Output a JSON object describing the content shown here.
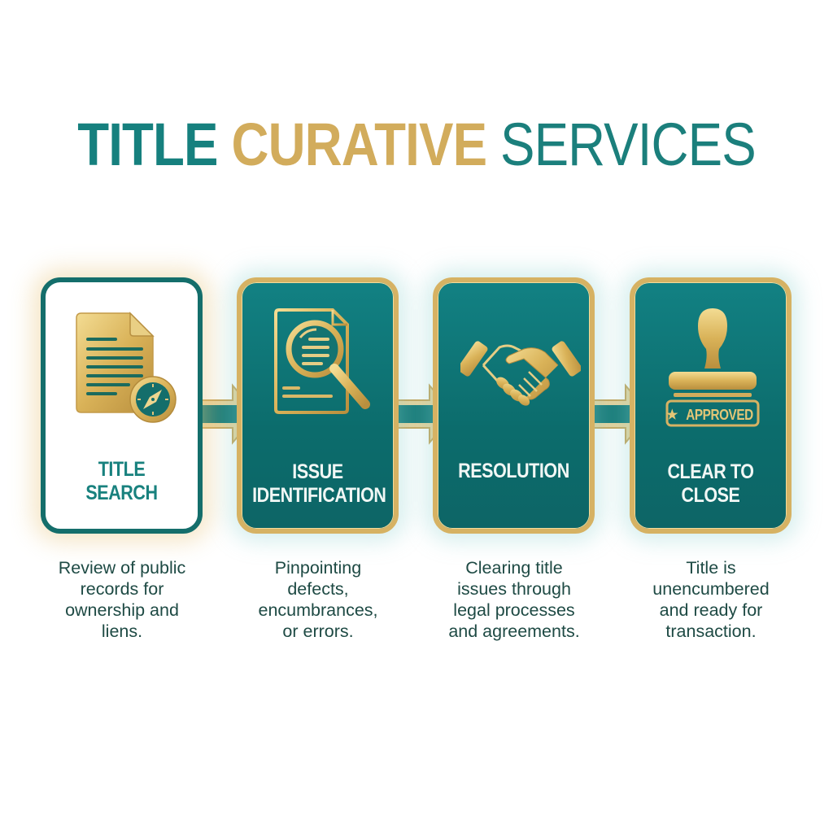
{
  "title": {
    "word1": "TITLE",
    "word2": "CURATIVE",
    "word3": "SERVICES"
  },
  "colors": {
    "teal": "#146e6b",
    "teal_light": "#128183",
    "gold": "#d6b263",
    "text_dark": "#1e4a44"
  },
  "steps": [
    {
      "label_lines": [
        "TITLE",
        "SEARCH"
      ],
      "icon": "document-compass-icon",
      "description_lines": [
        "Review of public",
        "records for",
        "ownership and",
        "liens."
      ]
    },
    {
      "label_lines": [
        "ISSUE",
        "IDENTIFICATION"
      ],
      "icon": "document-magnifier-icon",
      "description_lines": [
        "Pinpointing",
        "defects,",
        "encumbrances,",
        "or errors."
      ]
    },
    {
      "label_lines": [
        "RESOLUTION"
      ],
      "icon": "handshake-icon",
      "description_lines": [
        "Clearing title",
        "issues through",
        "legal processes",
        "and agreements."
      ]
    },
    {
      "label_lines": [
        "CLEAR TO",
        "CLOSE"
      ],
      "icon": "approved-stamp-icon",
      "stamp_text": "APPROVED",
      "description_lines": [
        "Title is",
        "unencumbered",
        "and ready for",
        "transaction."
      ]
    }
  ]
}
